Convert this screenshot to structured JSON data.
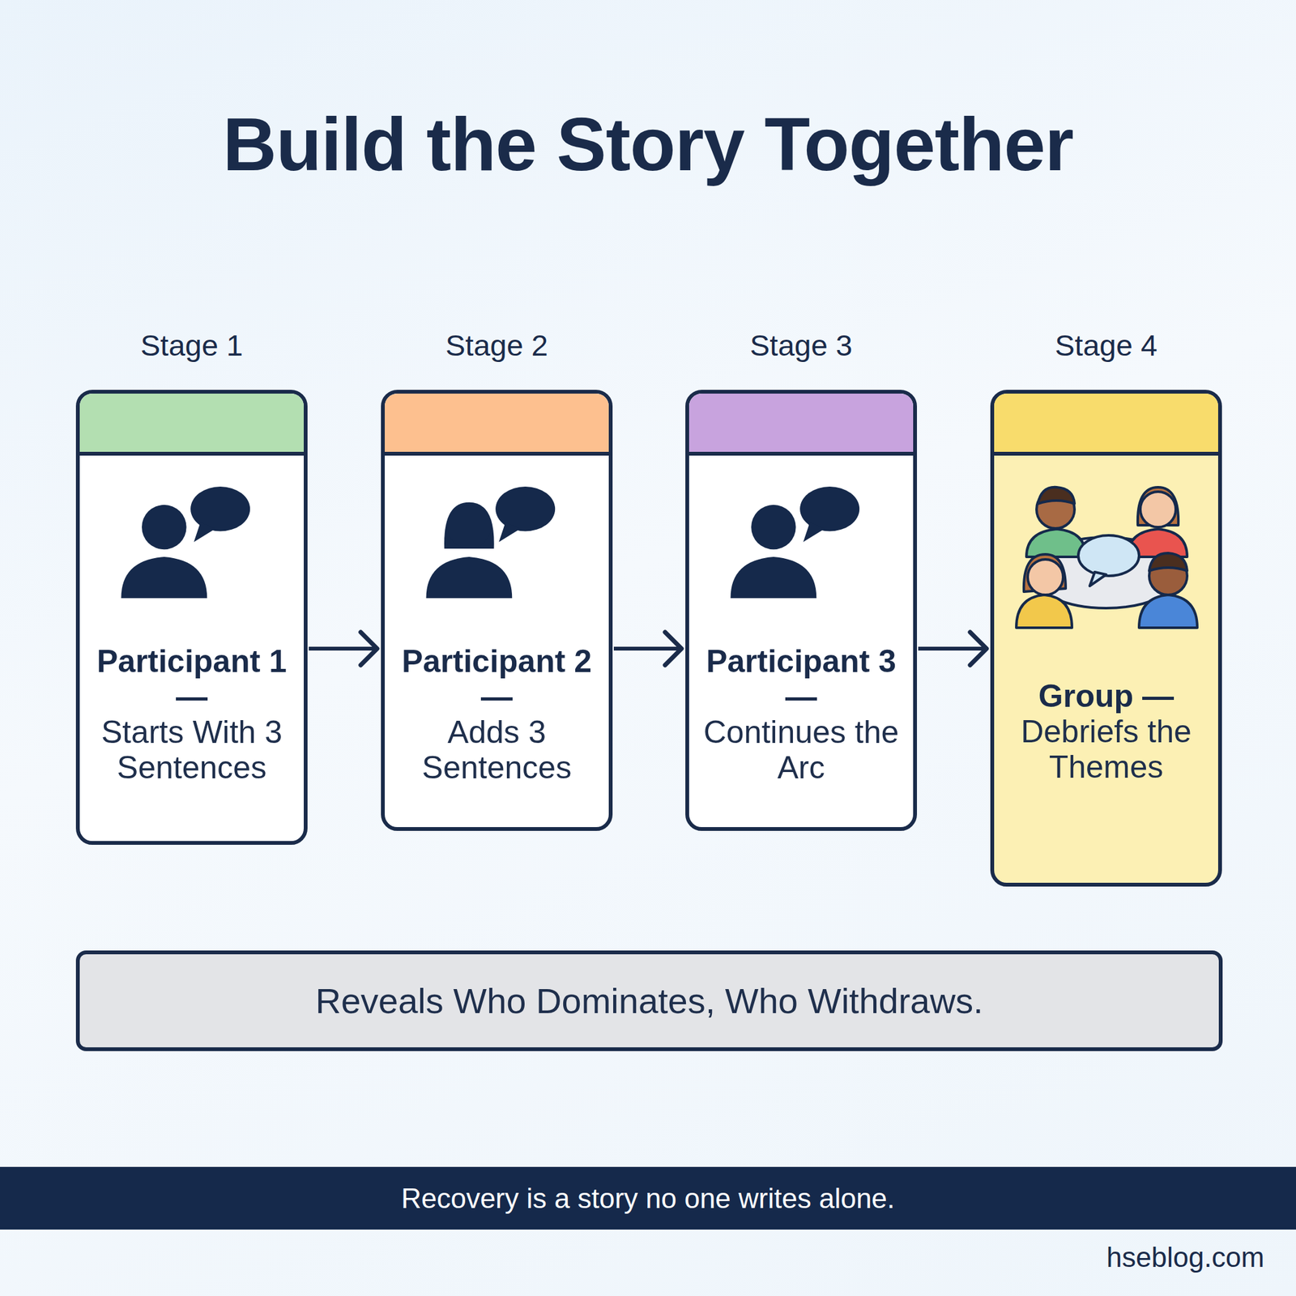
{
  "diagram": {
    "title": "Build the Story Together",
    "nodes": [
      {
        "text": [
          "Stage 1",
          "Participant 1 —",
          "Starts With 3 Sentences"
        ]
      },
      {
        "text": [
          "Stage 2",
          "Participant 2 —",
          "Adds 3 Sentences"
        ]
      },
      {
        "text": [
          "Stage 3",
          "Participant 3 —",
          "Continues the Arc"
        ]
      },
      {
        "text": [
          "Stage 4",
          "Group —",
          "Debriefs the Themes"
        ]
      },
      {
        "text": [
          "Reveals Who Dominates, Who Withdraws."
        ]
      },
      {
        "text": [
          "Recovery is a story no one writes alone."
        ]
      }
    ],
    "edges": [
      {
        "from": 0,
        "to": 1,
        "arrow": "to"
      },
      {
        "from": 1,
        "to": 2,
        "arrow": "to"
      },
      {
        "from": 2,
        "to": 3,
        "arrow": "to"
      }
    ],
    "labels": [
      "hseblog.com"
    ]
  }
}
